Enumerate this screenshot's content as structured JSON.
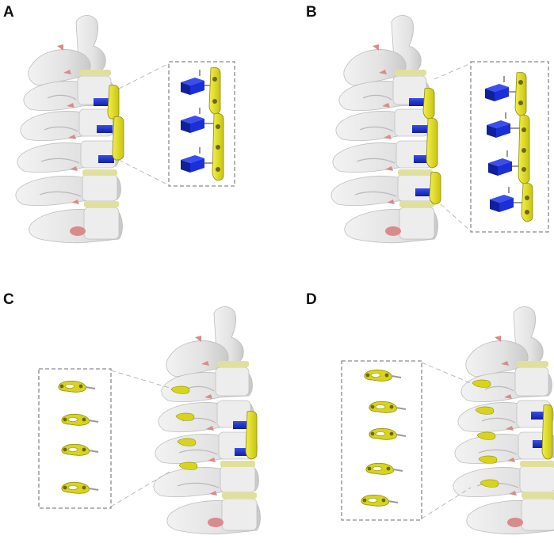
{
  "panels": [
    {
      "id": "A",
      "label": "A",
      "inset_items": 3,
      "plate_segments": 2
    },
    {
      "id": "B",
      "label": "B",
      "inset_items": 4,
      "plate_segments": 3
    },
    {
      "id": "C",
      "label": "C",
      "inset_items": 4,
      "plate_segments": 1
    },
    {
      "id": "D",
      "label": "D",
      "inset_items": 5,
      "plate_segments": 1
    }
  ],
  "colors": {
    "bone": "#e8e8e8",
    "bone_shadow": "#c4c4c4",
    "disc": "#dede9a",
    "plate": "#e6e21a",
    "cage": "#1a2fd6",
    "muscle": "#d98b8b",
    "frame": "#8a8a8a",
    "screw": "#9a9a9a"
  }
}
